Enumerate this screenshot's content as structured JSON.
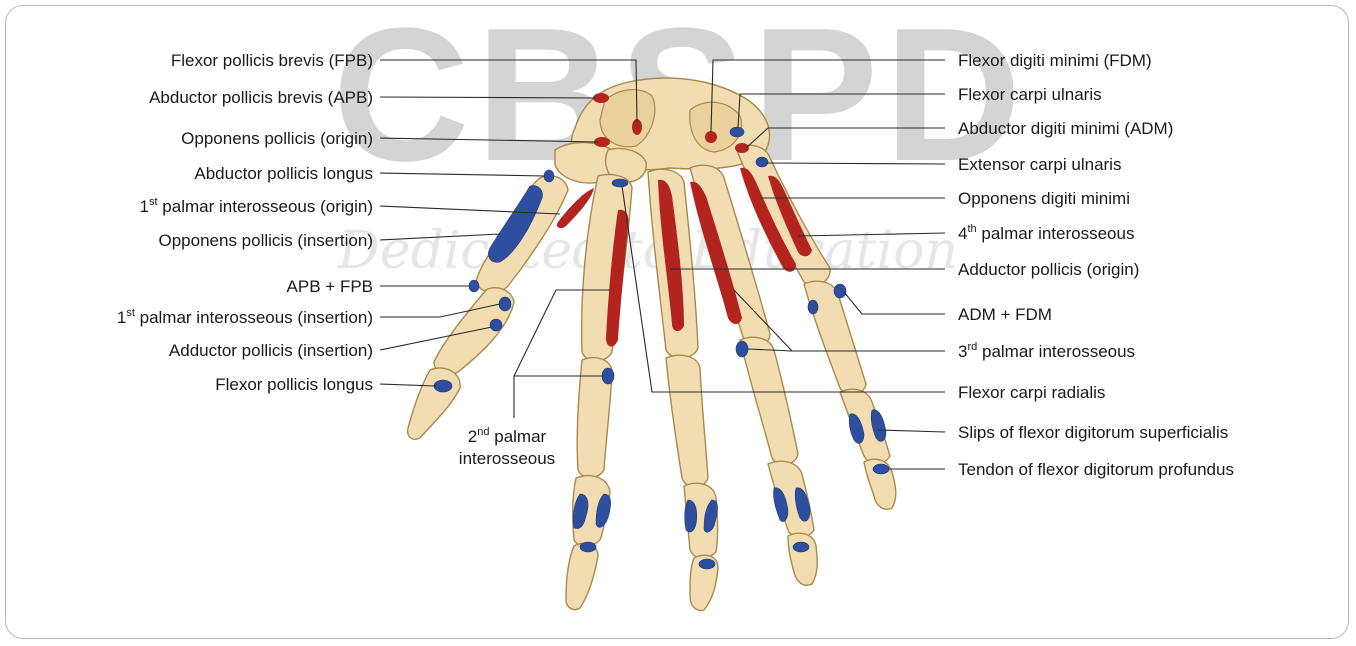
{
  "watermark": {
    "logo": "CBSPD",
    "tagline": "Dedicated to Education"
  },
  "labels_left": [
    "Flexor pollicis brevis (FPB)",
    "Abductor pollicis brevis (APB)",
    "Opponens pollicis (origin)",
    "Abductor pollicis longus",
    "palmar interosseous (origin)",
    "Opponens pollicis (insertion)",
    "APB + FPB",
    "palmar interosseous (insertion)",
    "Adductor pollicis (insertion)",
    "Flexor pollicis longus"
  ],
  "labels_right": [
    "Flexor digiti minimi (FDM)",
    "Flexor carpi ulnaris",
    "Abductor digiti minimi (ADM)",
    "Extensor carpi ulnaris",
    "Opponens digiti minimi",
    "palmar interosseous",
    "Adductor pollicis (origin)",
    "ADM + FDM",
    "palmar interosseous",
    "Flexor carpi radialis",
    "Slips of flexor digitorum superficialis",
    "Tendon of flexor digitorum profundus"
  ],
  "ordinals": {
    "first_a_num": "1",
    "first_a_sup": "st",
    "first_b_num": "1",
    "first_b_sup": "st",
    "fourth_num": "4",
    "fourth_sup": "th",
    "third_num": "3",
    "third_sup": "rd",
    "second_num": "2",
    "second_sup": "nd"
  },
  "label_center": {
    "line2": "palmar",
    "line3": "interosseous"
  },
  "colors": {
    "flexor_attachment": "#b3241f",
    "extensor_attachment": "#2e4fa0",
    "bone": "#f1ddb1"
  }
}
